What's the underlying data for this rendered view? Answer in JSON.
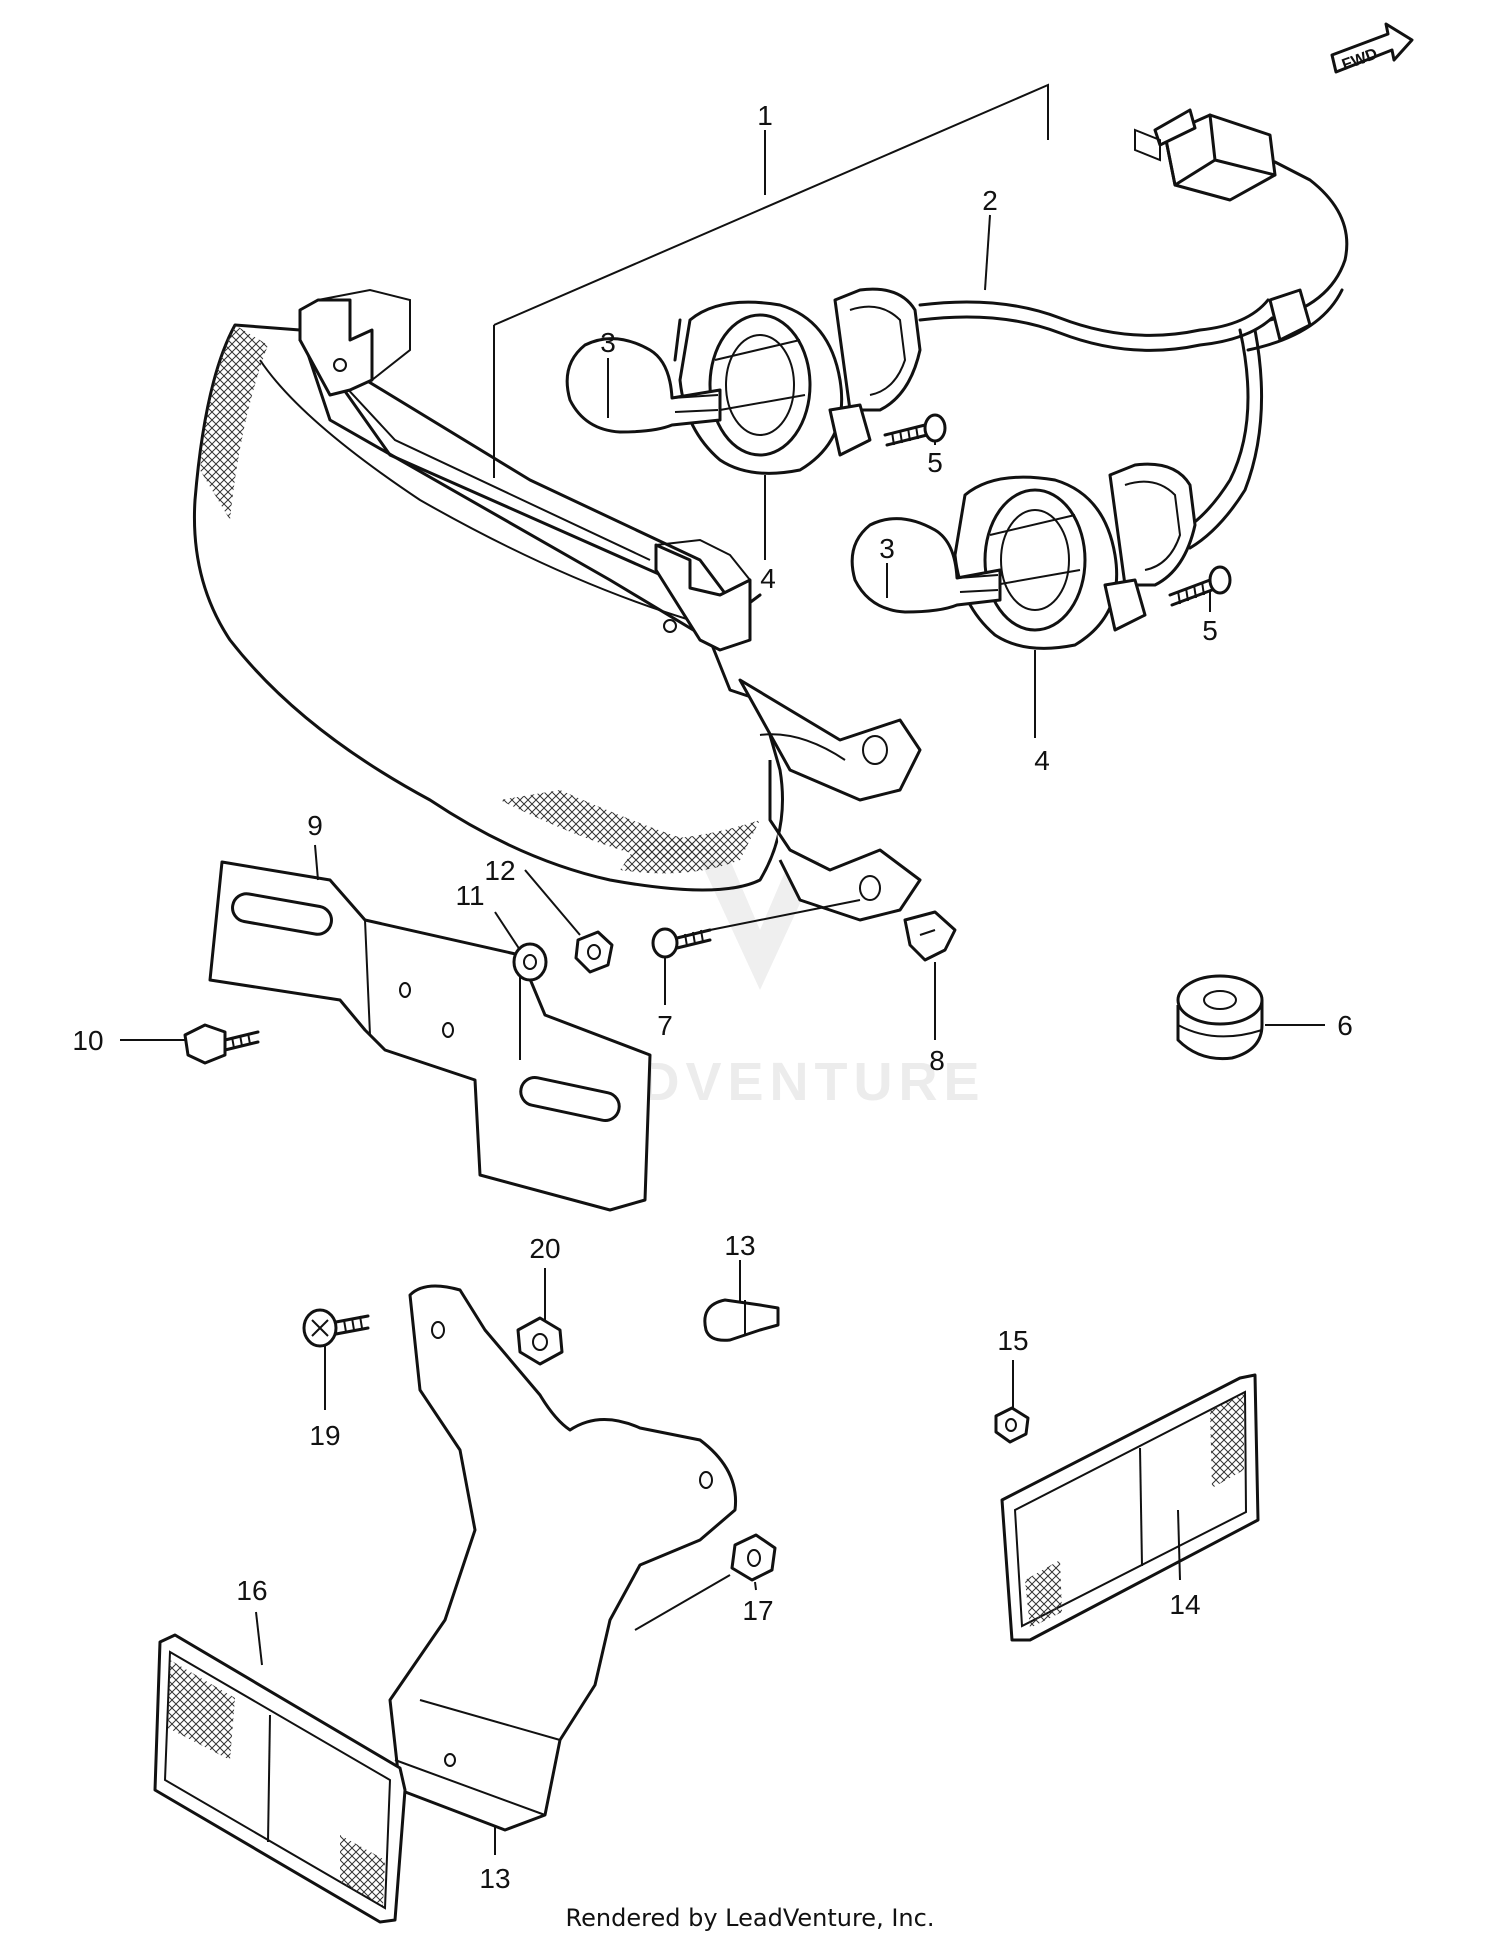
{
  "diagram": {
    "direction_badge": "FWD",
    "watermark": "LEADVENTURE",
    "footer": "Rendered by LeadVenture, Inc.",
    "callouts": {
      "c1": "1",
      "c2": "2",
      "c3a": "3",
      "c3b": "3",
      "c4a": "4",
      "c4b": "4",
      "c5a": "5",
      "c5b": "5",
      "c6": "6",
      "c7": "7",
      "c8": "8",
      "c9": "9",
      "c10": "10",
      "c11": "11",
      "c12": "12",
      "c13a": "13",
      "c13b": "13",
      "c14": "14",
      "c15": "15",
      "c16": "16",
      "c17": "17",
      "c19": "19",
      "c20": "20"
    }
  }
}
